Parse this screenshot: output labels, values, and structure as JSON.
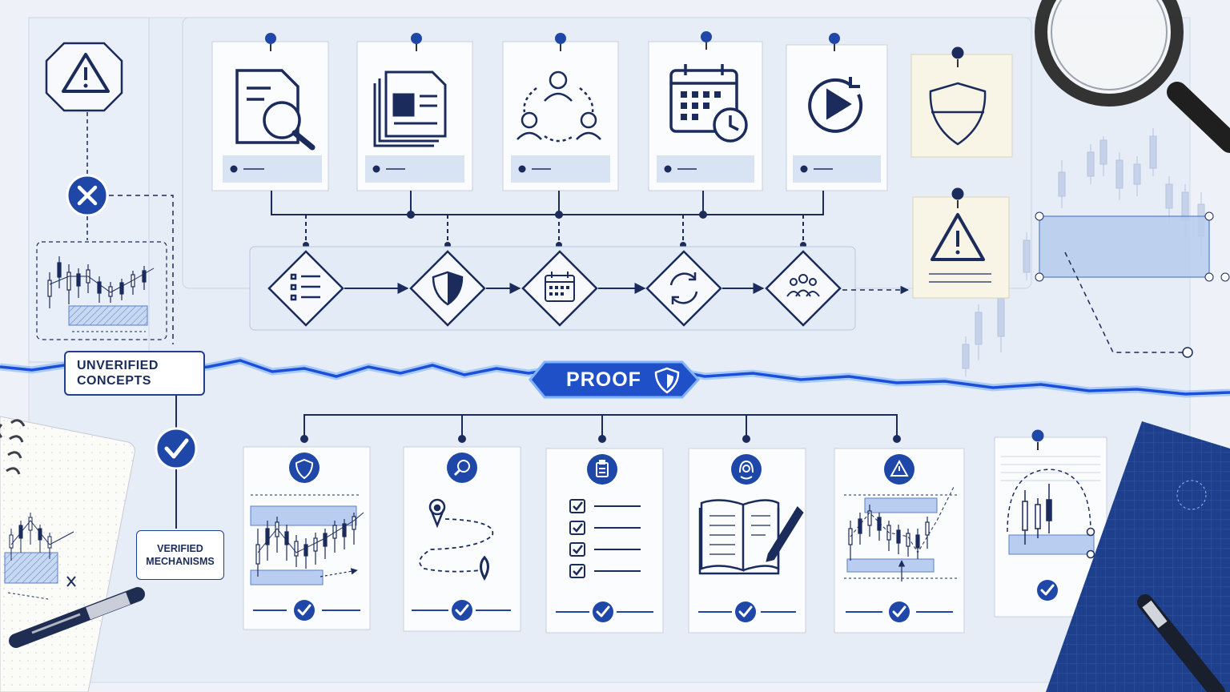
{
  "labels": {
    "unverified": "UNVERIFIED\nCONCEPTS",
    "verified": "VERIFIED\nMECHANISMS",
    "proof": "PROOF"
  },
  "cards_top": [
    {
      "icon": "document-search-icon"
    },
    {
      "icon": "newspaper-icon"
    },
    {
      "icon": "team-cycle-icon"
    },
    {
      "icon": "calendar-clock-icon"
    },
    {
      "icon": "play-cycle-icon"
    }
  ],
  "process_steps": [
    {
      "icon": "checklist-icon"
    },
    {
      "icon": "shield-icon"
    },
    {
      "icon": "calendar-icon"
    },
    {
      "icon": "refresh-icon"
    },
    {
      "icon": "group-icon"
    }
  ],
  "notes_right": [
    {
      "icon": "shield-outline-icon"
    },
    {
      "icon": "warning-icon"
    }
  ],
  "cards_bottom": [
    {
      "badge_icon": "shield-icon",
      "content": "chart-range-icon"
    },
    {
      "badge_icon": "search-person-icon",
      "content": "route-map-icon"
    },
    {
      "badge_icon": "clipboard-icon",
      "content": "checklist-icon"
    },
    {
      "badge_icon": "support-icon",
      "content": "journal-pen-icon"
    },
    {
      "badge_icon": "warning-icon",
      "content": "chart-breakout-icon"
    }
  ],
  "note_bottom_right": {
    "icon": "candlestick-arch-icon"
  },
  "colors": {
    "primary": "#1f47a8",
    "navy": "#1a2b5c",
    "highlight": "#c7d8f2",
    "paper": "#f7f9fc",
    "note": "#f8f5e6",
    "background": "#eef2f8"
  }
}
